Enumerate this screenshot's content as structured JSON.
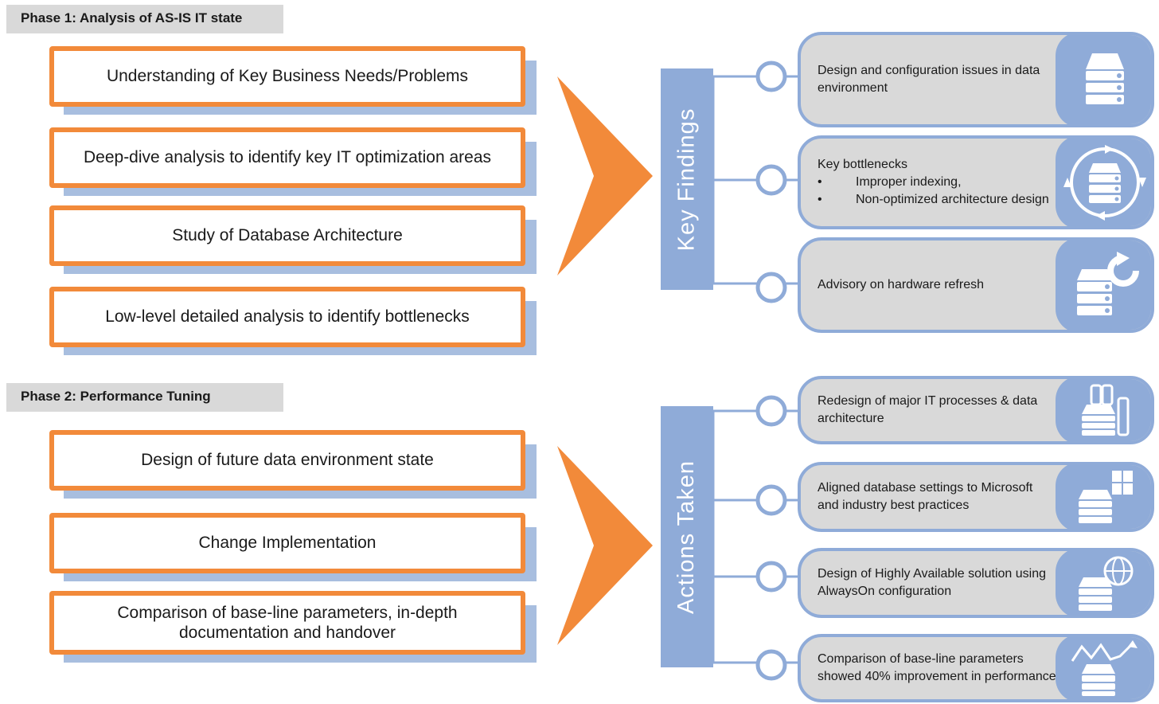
{
  "phase1": {
    "header": "Phase 1: Analysis of AS-IS IT state",
    "steps": [
      "Understanding of Key Business Needs/Problems",
      "Deep-dive analysis to identify key IT optimization areas",
      "Study of Database Architecture",
      "Low-level detailed analysis to identify bottlenecks"
    ]
  },
  "phase2": {
    "header": "Phase 2: Performance Tuning",
    "steps": [
      "Design of future data environment state",
      "Change Implementation",
      "Comparison of base-line parameters, in-depth documentation and handover"
    ]
  },
  "key_findings": {
    "label": "Key Findings",
    "items": [
      {
        "text": "Design and configuration issues in data environment",
        "icon": "server-icon"
      },
      {
        "title": "Key bottlenecks",
        "bullets": [
          "Improper indexing,",
          "Non-optimized architecture design"
        ],
        "icon": "server-cycle-icon"
      },
      {
        "text": "Advisory on hardware refresh",
        "icon": "server-refresh-icon"
      }
    ]
  },
  "actions_taken": {
    "label": "Actions Taken",
    "items": [
      {
        "text": "Redesign of major IT processes & data architecture",
        "icon": "server-process-icon"
      },
      {
        "text": "Aligned database settings to Microsoft and industry best practices",
        "icon": "server-windows-icon"
      },
      {
        "text": "Design of Highly Available solution using AlwaysOn configuration",
        "icon": "server-globe-icon"
      },
      {
        "text": "Comparison of base-line parameters showed 40% improvement in performance",
        "icon": "server-chart-icon"
      }
    ]
  },
  "colors": {
    "orange": "#f28a3a",
    "blue": "#8fabd8",
    "gray": "#d9d9d9",
    "shadow": "#a8bedf"
  },
  "bullet_char": "•"
}
